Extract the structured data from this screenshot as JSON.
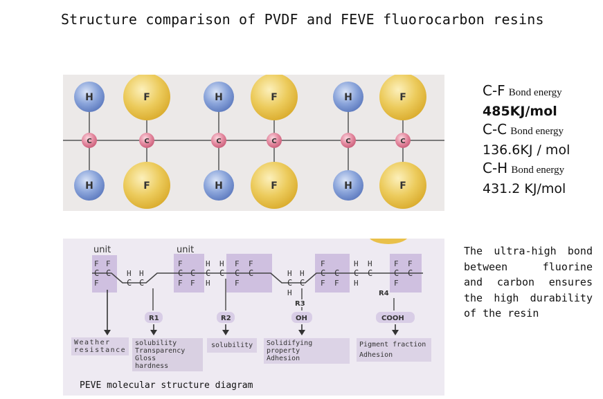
{
  "title": "Structure comparison of PVDF and FEVE fluorocarbon resins",
  "pvdf_atoms": {
    "hydrogen": "H",
    "fluorine": "F",
    "carbon": "C"
  },
  "bonds": [
    {
      "name": "C-F",
      "label": "Bond energy",
      "value": "485KJ/mol"
    },
    {
      "name": "C-C",
      "label": "Bond energy",
      "value": "136.6KJ / mol"
    },
    {
      "name": "C-H",
      "label": "Bond energy",
      "value": "431.2 KJ/mol"
    }
  ],
  "description_lines": [
    "The ultra-high bond",
    "between fluorine",
    "and carbon ensures",
    "the high durability",
    "of the resin"
  ],
  "feve": {
    "units": [
      "unit",
      "unit"
    ],
    "groups": [
      "R1",
      "R2",
      "R3",
      "OH",
      "R4",
      "COOH"
    ],
    "properties": [
      [
        "Weather",
        "resistance"
      ],
      [
        "solubility",
        "Transparency",
        "Gloss",
        "hardness"
      ],
      [
        "solubility"
      ],
      [
        "Solidifying property",
        "Adhesion"
      ],
      [
        "Pigment fraction",
        "Adhesion"
      ]
    ],
    "caption": "PEVE molecular structure diagram"
  },
  "colors": {
    "hydrogen": "#6f8ecf",
    "fluorine": "#e9c04a",
    "carbon": "#df7b93",
    "panel": "#ece9e8",
    "feve_panel": "#eeeaf2"
  }
}
